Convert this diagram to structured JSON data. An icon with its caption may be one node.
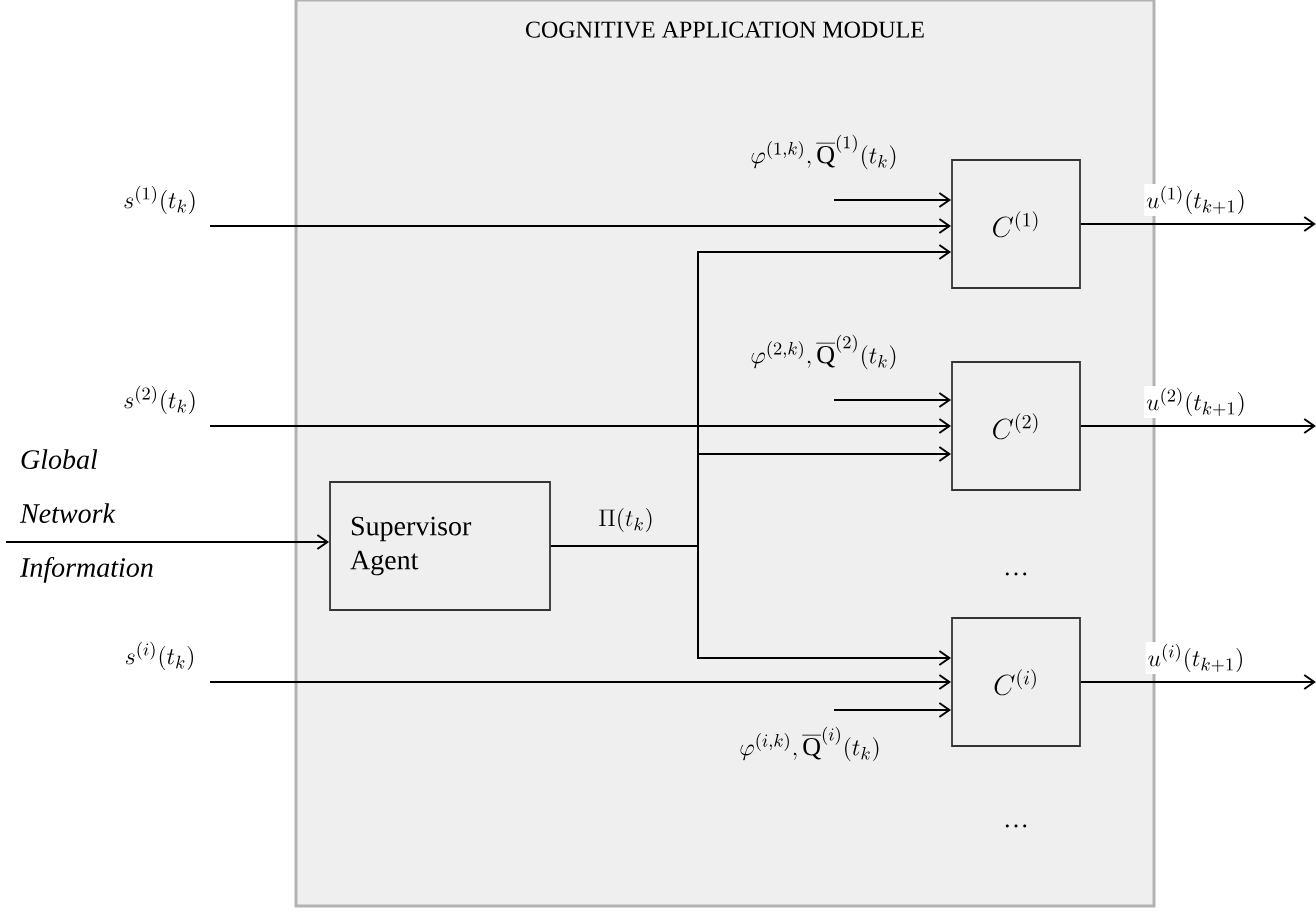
{
  "diagram": {
    "nodes": [
      {
        "text": [
          "COGNITIVE APPLICATION MODULE"
        ]
      },
      {
        "text": [
          "Supervisor Agent"
        ],
        "in": 0
      },
      {
        "text": [
          "C^{(1)}"
        ],
        "in": 0
      },
      {
        "text": [
          "C^{(2)}"
        ],
        "in": 0
      },
      {
        "text": [
          "C^{(i)}"
        ],
        "in": 0
      }
    ],
    "edges": [
      {
        "from": null,
        "to": 2,
        "arrow": "to",
        "label": "s^{(1)}(t_k)"
      },
      {
        "from": null,
        "to": 2,
        "arrow": "to",
        "label": "\\varphi^{(1,k)},\\overline{\\mathrm{Q}}^{(1)}(t_k)"
      },
      {
        "from": 2,
        "to": null,
        "arrow": "to",
        "label": "u^{(1)}(t_{k+1})"
      },
      {
        "from": null,
        "to": 3,
        "arrow": "to",
        "label": "s^{(2)}(t_k)"
      },
      {
        "from": null,
        "to": 3,
        "arrow": "to",
        "label": "\\varphi^{(2,k)},\\overline{\\mathrm{Q}}^{(2)}(t_k)"
      },
      {
        "from": 3,
        "to": null,
        "arrow": "to",
        "label": "u^{(2)}(t_{k+1})"
      },
      {
        "from": null,
        "to": 1,
        "arrow": "to",
        "label": "Global Network Information"
      },
      {
        "from": 1,
        "to": 2,
        "arrow": "to",
        "label": "\\Pi(t_k)"
      },
      {
        "from": 1,
        "to": 3,
        "arrow": "to"
      },
      {
        "from": 1,
        "to": 4,
        "arrow": "to"
      },
      {
        "from": null,
        "to": 4,
        "arrow": "to",
        "label": "s^{(i)}(t_k)"
      },
      {
        "from": null,
        "to": 4,
        "arrow": "to",
        "label": "\\varphi^{(i,k)},\\overline{\\mathrm{Q}}^{(i)}(t_k)"
      },
      {
        "from": 4,
        "to": null,
        "arrow": "to",
        "label": "u^{(i)}(t_{k+1})"
      }
    ],
    "labels": [
      "…",
      "…"
    ]
  }
}
